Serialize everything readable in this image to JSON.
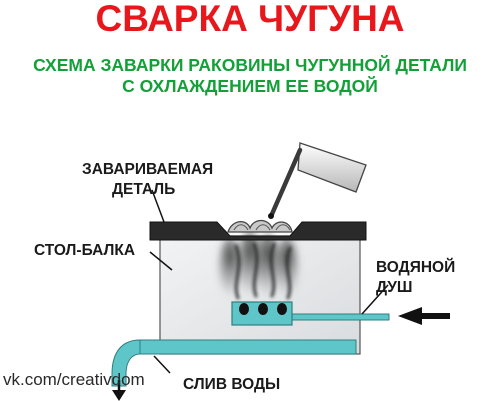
{
  "title": "СВАРКА ЧУГУНА",
  "subtitle": {
    "line1": "СХЕМА ЗАВАРКИ РАКОВИНЫ  ЧУГУННОЙ ДЕТАЛИ",
    "line2": "С ОХЛАЖДЕНИЕМ ЕЕ ВОДОЙ"
  },
  "labels": {
    "weld_part_line1": "ЗАВАРИВАЕМАЯ",
    "weld_part_line2": "ДЕТАЛЬ",
    "table_beam": "СТОЛ-БАЛКА",
    "water_shower_line1": "ВОДЯНОЙ",
    "water_shower_line2": "ДУШ",
    "drain": "СЛИВ ВОДЫ"
  },
  "watermark": "vk.com/creativdom",
  "colors": {
    "title": "#e8171b",
    "subtitle": "#14a038",
    "pipe": "#5ec6c8",
    "table_fill": "#e6e8ea",
    "part_fill": "#2a2a2a",
    "arrow": "#111111"
  }
}
